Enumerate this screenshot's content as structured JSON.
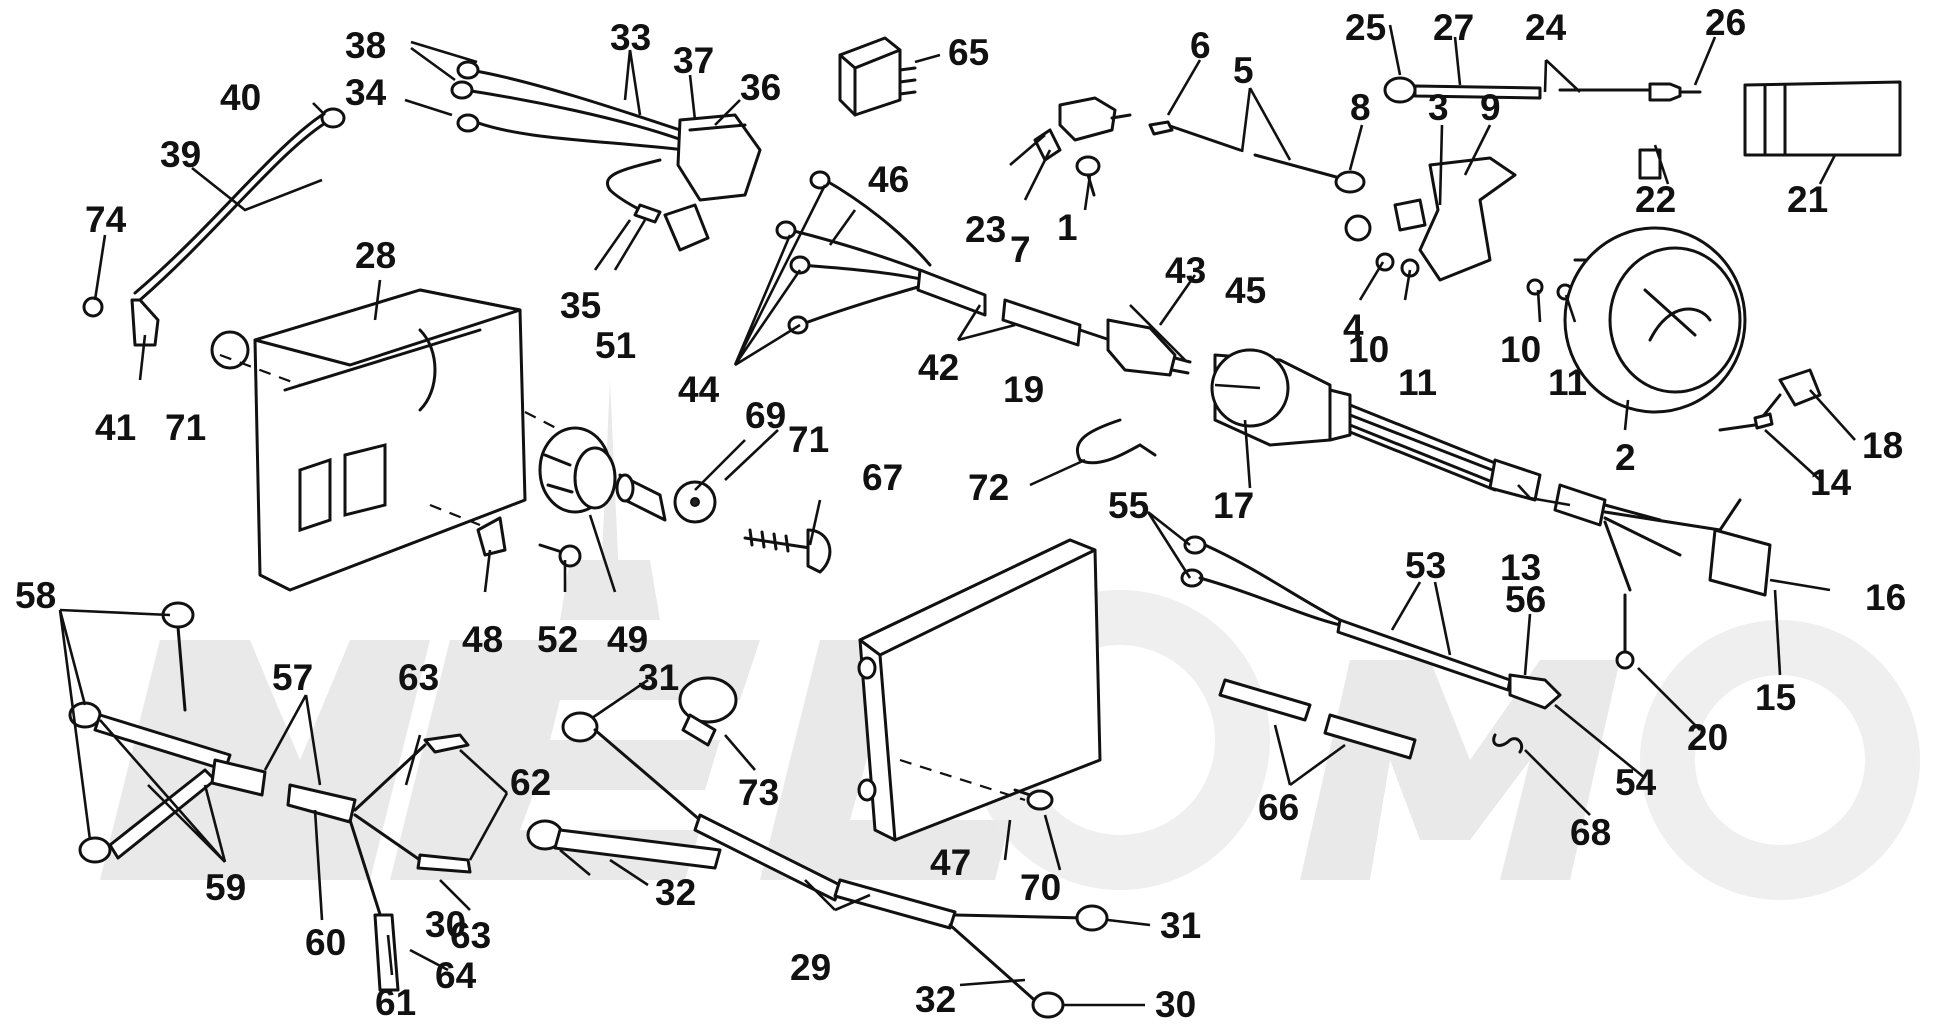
{
  "callouts": [
    {
      "id": "1",
      "label": "1"
    },
    {
      "id": "2",
      "label": "2"
    },
    {
      "id": "3",
      "label": "3"
    },
    {
      "id": "4",
      "label": "4"
    },
    {
      "id": "5",
      "label": "5"
    },
    {
      "id": "6",
      "label": "6"
    },
    {
      "id": "7",
      "label": "7"
    },
    {
      "id": "8",
      "label": "8"
    },
    {
      "id": "9",
      "label": "9"
    },
    {
      "id": "10a",
      "label": "10"
    },
    {
      "id": "10b",
      "label": "10"
    },
    {
      "id": "11a",
      "label": "11"
    },
    {
      "id": "11b",
      "label": "11"
    },
    {
      "id": "13",
      "label": "13"
    },
    {
      "id": "14",
      "label": "14"
    },
    {
      "id": "15",
      "label": "15"
    },
    {
      "id": "16",
      "label": "16"
    },
    {
      "id": "17",
      "label": "17"
    },
    {
      "id": "18",
      "label": "18"
    },
    {
      "id": "19",
      "label": "19"
    },
    {
      "id": "20",
      "label": "20"
    },
    {
      "id": "21",
      "label": "21"
    },
    {
      "id": "22",
      "label": "22"
    },
    {
      "id": "23",
      "label": "23"
    },
    {
      "id": "24",
      "label": "24"
    },
    {
      "id": "25",
      "label": "25"
    },
    {
      "id": "26",
      "label": "26"
    },
    {
      "id": "27",
      "label": "27"
    },
    {
      "id": "28",
      "label": "28"
    },
    {
      "id": "29",
      "label": "29"
    },
    {
      "id": "30a",
      "label": "30"
    },
    {
      "id": "30b",
      "label": "30"
    },
    {
      "id": "31a",
      "label": "31"
    },
    {
      "id": "31b",
      "label": "31"
    },
    {
      "id": "32a",
      "label": "32"
    },
    {
      "id": "32b",
      "label": "32"
    },
    {
      "id": "33",
      "label": "33"
    },
    {
      "id": "34",
      "label": "34"
    },
    {
      "id": "35",
      "label": "35"
    },
    {
      "id": "36",
      "label": "36"
    },
    {
      "id": "37",
      "label": "37"
    },
    {
      "id": "38",
      "label": "38"
    },
    {
      "id": "39",
      "label": "39"
    },
    {
      "id": "40",
      "label": "40"
    },
    {
      "id": "41",
      "label": "41"
    },
    {
      "id": "42",
      "label": "42"
    },
    {
      "id": "43",
      "label": "43"
    },
    {
      "id": "44",
      "label": "44"
    },
    {
      "id": "45",
      "label": "45"
    },
    {
      "id": "46",
      "label": "46"
    },
    {
      "id": "47",
      "label": "47"
    },
    {
      "id": "48",
      "label": "48"
    },
    {
      "id": "49",
      "label": "49"
    },
    {
      "id": "51",
      "label": "51"
    },
    {
      "id": "52",
      "label": "52"
    },
    {
      "id": "53",
      "label": "53"
    },
    {
      "id": "54",
      "label": "54"
    },
    {
      "id": "55",
      "label": "55"
    },
    {
      "id": "56",
      "label": "56"
    },
    {
      "id": "57",
      "label": "57"
    },
    {
      "id": "58",
      "label": "58"
    },
    {
      "id": "59",
      "label": "59"
    },
    {
      "id": "60",
      "label": "60"
    },
    {
      "id": "61",
      "label": "61"
    },
    {
      "id": "62",
      "label": "62"
    },
    {
      "id": "63a",
      "label": "63"
    },
    {
      "id": "63b",
      "label": "63"
    },
    {
      "id": "64",
      "label": "64"
    },
    {
      "id": "65",
      "label": "65"
    },
    {
      "id": "66",
      "label": "66"
    },
    {
      "id": "67",
      "label": "67"
    },
    {
      "id": "68",
      "label": "68"
    },
    {
      "id": "69",
      "label": "69"
    },
    {
      "id": "70",
      "label": "70"
    },
    {
      "id": "71a",
      "label": "71"
    },
    {
      "id": "71b",
      "label": "71"
    },
    {
      "id": "72",
      "label": "72"
    },
    {
      "id": "73",
      "label": "73"
    },
    {
      "id": "74",
      "label": "74"
    }
  ]
}
